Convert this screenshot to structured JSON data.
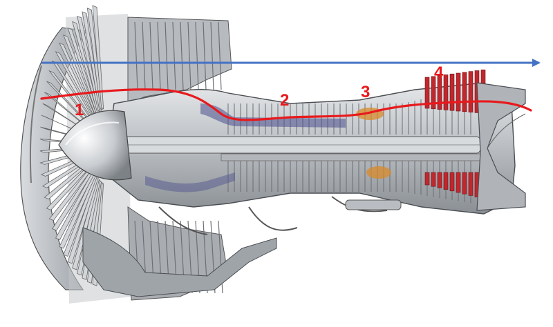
{
  "diagram": {
    "subject": "turbofan-engine-cutaway",
    "colors": {
      "background": "#ffffff",
      "engine_metal": "#c9cccf",
      "engine_dark": "#6f7478",
      "engine_shadow": "#44484c",
      "flow_arrow": "#4472c4",
      "gas_path": "#e8191c",
      "station_label": "#e8191c",
      "compressor_tint": "#4b4f8c",
      "combustor_tint": "#d98a2a",
      "turbine_tint": "#c0282d"
    },
    "icons": {
      "flow_direction": "arrow-right-icon"
    },
    "stations": [
      {
        "id": "1",
        "label": "1"
      },
      {
        "id": "2",
        "label": "2"
      },
      {
        "id": "3",
        "label": "3"
      },
      {
        "id": "4",
        "label": "4"
      }
    ]
  }
}
